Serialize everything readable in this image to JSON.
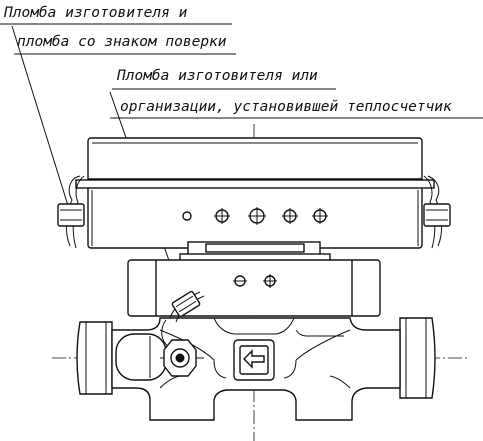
{
  "callouts": {
    "seal_1": {
      "line1": "Пломба изготовителя и",
      "line2": "пломба со знаком поверки"
    },
    "seal_2": {
      "line1": "Пломба изготовителя или",
      "line2": "организации, установившей теплосчетчик"
    }
  },
  "colors": {
    "ink": "#111111",
    "paper": "#ffffff"
  },
  "icons": {
    "flow_direction": "arrow-left-icon",
    "seal": "lead-seal-icon"
  }
}
